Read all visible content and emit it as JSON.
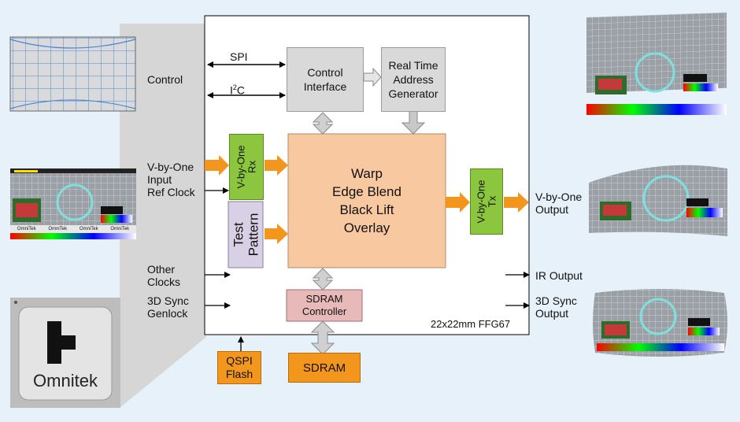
{
  "labels": {
    "control": "Control",
    "vbyone_input": "V-by-One",
    "input": "Input",
    "ref_clock": "Ref Clock",
    "other_clocks_1": "Other",
    "other_clocks_2": "Clocks",
    "sync_genlock_1": "3D Sync",
    "sync_genlock_2": "Genlock",
    "spi": "SPI",
    "i2c_base": "I",
    "i2c_sup": "2",
    "i2c_end": "C",
    "vbyone_output_1": "V-by-One",
    "vbyone_output_2": "Output",
    "ir_output": "IR Output",
    "sync_output_1": "3D Sync",
    "sync_output_2": "Output",
    "package": "22x22mm FFG67"
  },
  "blocks": {
    "control_interface": [
      "Control",
      "Interface"
    ],
    "address_generator": [
      "Real Time",
      "Address",
      "Generator"
    ],
    "vbyone_rx": [
      "V-by-One",
      "Rx"
    ],
    "test_pattern": [
      "Test",
      "Pattern"
    ],
    "core": [
      "Warp",
      "Edge Blend",
      "Black Lift",
      "Overlay"
    ],
    "vbyone_tx": [
      "V-by-One",
      "Tx"
    ],
    "sdram_controller": [
      "SDRAM",
      "Controller"
    ],
    "qspi_flash": [
      "QSPI",
      "Flash"
    ],
    "sdram": "SDRAM"
  },
  "logo": {
    "text": "Omnitek"
  },
  "test_pattern_image": {
    "brand": "OmniTek",
    "brand_cells": [
      "OmniTek",
      "OmniTek",
      "OmniTek",
      "OmniTek"
    ]
  },
  "colors": {
    "background": "#e6f1f9",
    "fpga_fill": "#ffffff",
    "gray_block": "#d9d9d9",
    "green_block": "#8cc63e",
    "core_block": "#f8c8a0",
    "orange_block": "#f3961e",
    "pink_block": "#e8b9b9",
    "lavender_block": "#d8d0e4",
    "arrow_orange": "#f3961e",
    "arrow_gray": "#bfbfbf"
  }
}
